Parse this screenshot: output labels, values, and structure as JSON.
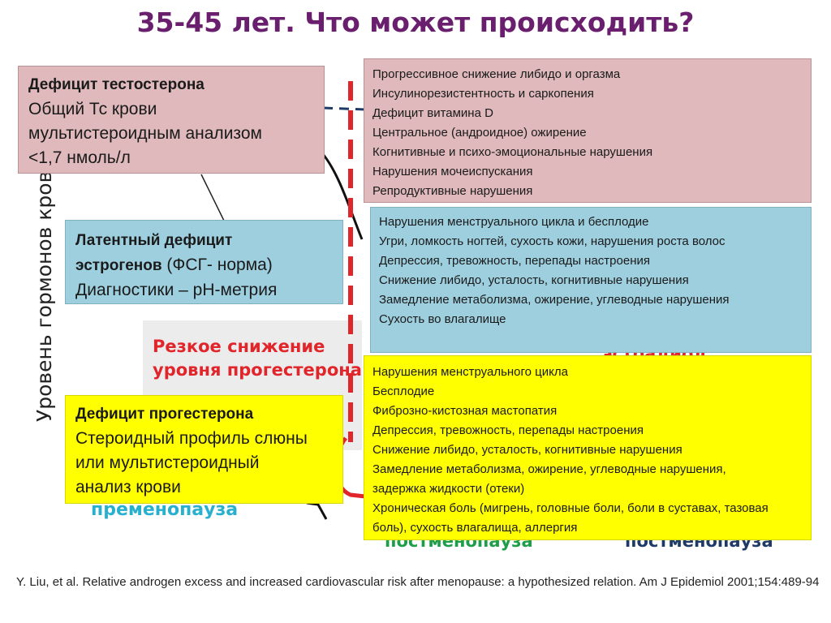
{
  "title": "35-45 лет. Что может происходить?",
  "axis_label": "Уровень гормонов кров",
  "chart_labels": {
    "progesterone_drop_line1": "Резкое снижение",
    "progesterone_drop_line2": "уровня прогестерона",
    "premenopause": "пременопауза",
    "postmenopause_1": "постменопауза",
    "postmenopause_2": "постменопауза",
    "clipped_word": "эстрадиол"
  },
  "left_boxes": {
    "testosterone": {
      "heading": "Дефицит  тестостерона",
      "lines": [
        "Общий Тс крови",
        "мультистероидным анализом",
        "<1,7 нмоль/л"
      ]
    },
    "estrogen": {
      "heading_line1": "Латентный дефицит",
      "heading_line2": "эстрогенов",
      "heading_suffix": " (ФСГ- норма)",
      "line": "Диагностики – рН-метрия"
    },
    "progesterone": {
      "heading": "Дефицит прогестерона",
      "lines": [
        "Стероидный профиль слюны",
        "или мультистероидный",
        "анализ крови"
      ]
    }
  },
  "right_boxes": {
    "testosterone_symptoms": [
      "Прогрессивное  снижение либидо и оргазма",
      "Инсулинорезистентность  и саркопения",
      "Дефицит витамина D",
      "Центральное (андроидное) ожирение",
      "Когнитивные и психо-эмоциональные нарушения",
      "Нарушения мочеиспускания",
      "Репродуктивные  нарушения"
    ],
    "estrogen_symptoms": [
      "Нарушения менструального цикла и  бесплодие",
      "Угри, ломкость ногтей, сухость кожи, нарушения роста волос",
      "Депрессия, тревожность, перепады настроения",
      "Снижение либидо, усталость, когнитивные нарушения",
      "Замедление метаболизма, ожирение, углеводные нарушения",
      "Сухость во влагалище"
    ],
    "progesterone_symptoms": [
      "Нарушения менструального цикла",
      "Бесплодие",
      "Фиброзно-кистозная мастопатия",
      "Депрессия, тревожность, перепады настроения",
      "Снижение либидо, усталость, когнитивные нарушения",
      "Замедление метаболизма, ожирение, углеводные нарушения, задержка жидкости (отеки)",
      "Хроническая боль (мигрень, головные боли, боли в суставах, тазовая боль), сухость влагалища, аллергия"
    ]
  },
  "citation": "Y. Liu, et al. Relative androgen excess and increased cardiovascular risk after menopause: a hypothesized relation.  Am J Epidemiol 2001;154:489-94",
  "colors": {
    "title": "#6a1f6e",
    "pink_box": "#dfb9bb",
    "blue_box": "#9ecfdf",
    "yellow_box": "#ffff00",
    "red_accent": "#e0252b"
  }
}
